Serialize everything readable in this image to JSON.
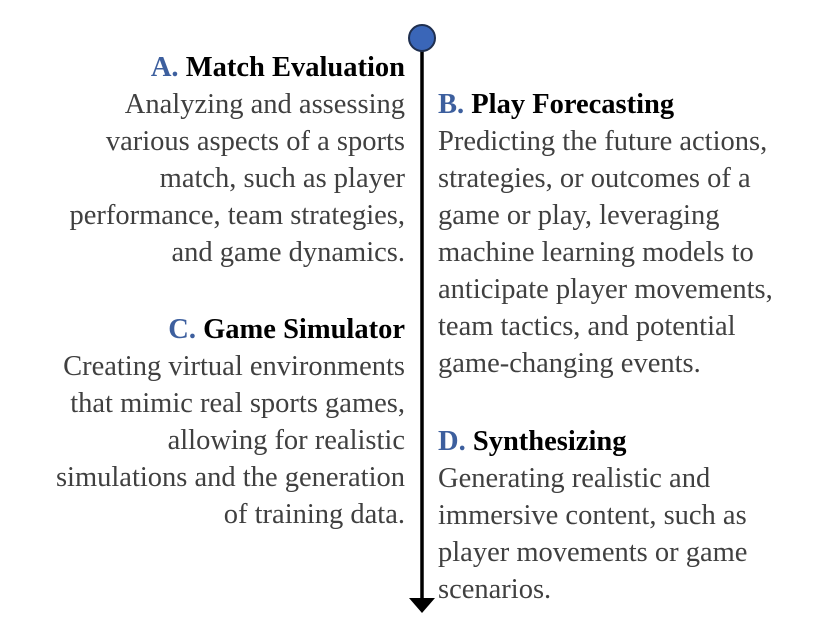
{
  "colors": {
    "letter": "#3d5f9e",
    "heading": "#000000",
    "description": "#404040",
    "timeline_line": "#000000",
    "timeline_dot": "#3a66b8"
  },
  "items": [
    {
      "letter": "A.",
      "title": "Match Evaluation",
      "lines": [
        "Analyzing and assessing",
        "various aspects of a sports",
        "match, such as player",
        "performance, team strategies,",
        "and game dynamics."
      ]
    },
    {
      "letter": "B.",
      "title": "Play Forecasting",
      "lines": [
        "Predicting the future actions,",
        "strategies, or outcomes of a",
        "game or play, leveraging",
        "machine learning models to",
        "anticipate player movements,",
        "team tactics, and potential",
        "game-changing events."
      ]
    },
    {
      "letter": "C.",
      "title": "Game Simulator",
      "lines": [
        "Creating virtual environments",
        "that mimic real sports games,",
        "allowing for realistic",
        "simulations and the generation",
        "of training data."
      ]
    },
    {
      "letter": "D.",
      "title": "Synthesizing",
      "lines": [
        "Generating realistic and",
        "immersive content, such as",
        "player movements or game",
        "scenarios."
      ]
    }
  ]
}
